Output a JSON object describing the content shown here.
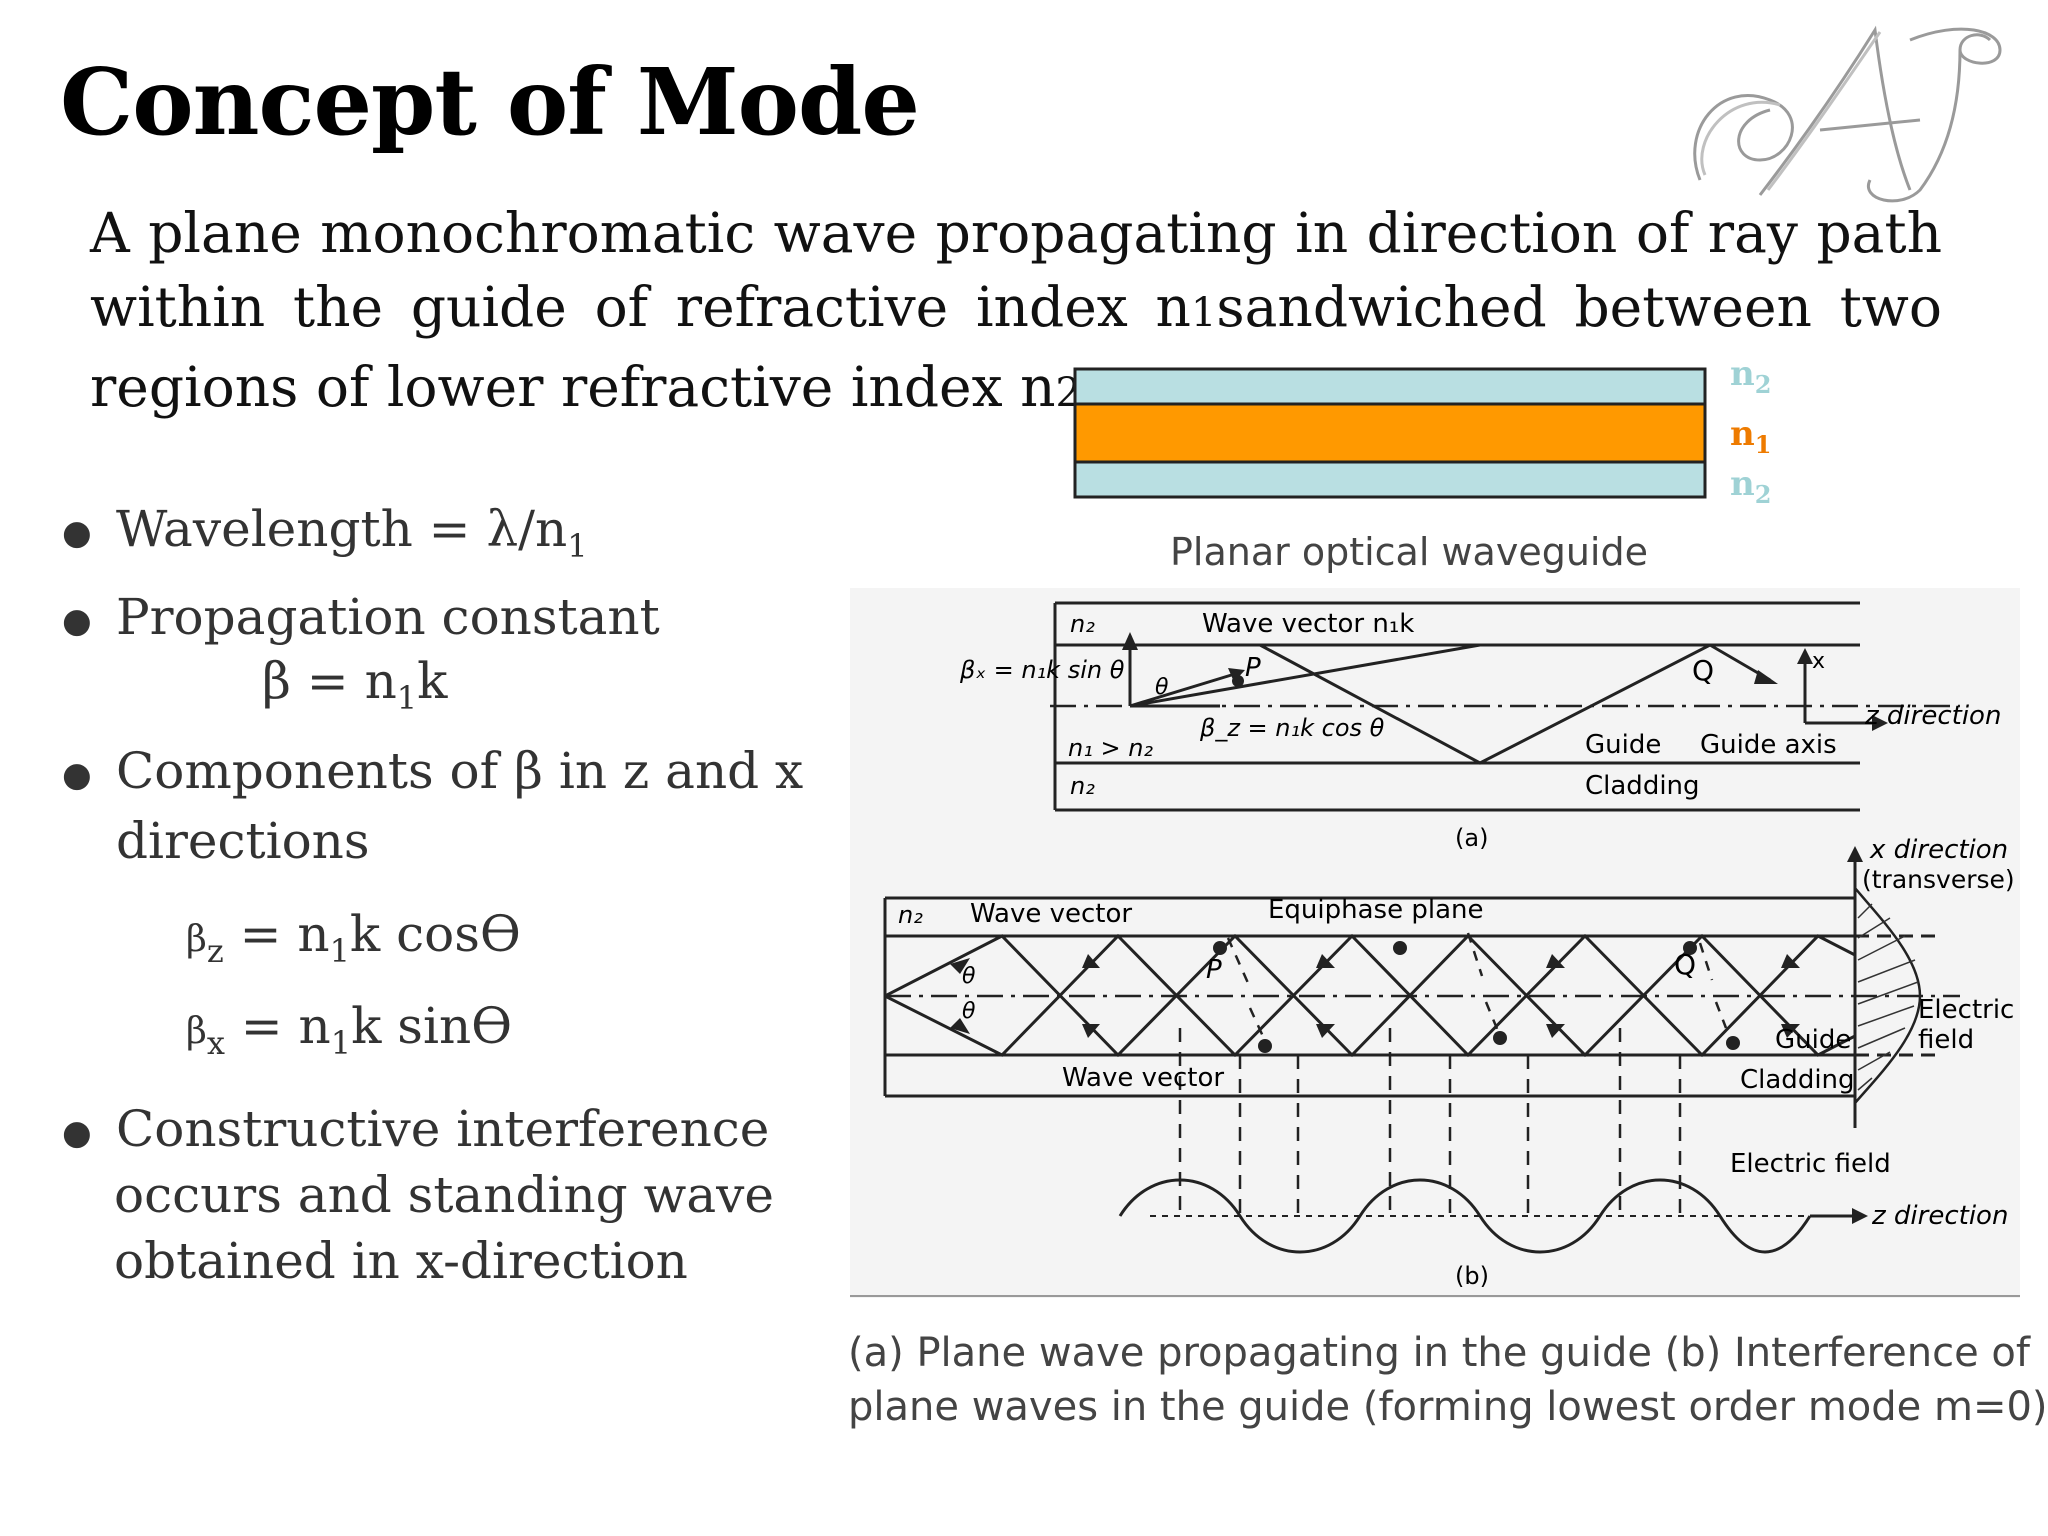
{
  "title": "Concept of Mode",
  "intro": {
    "part1": "A plane monochromatic wave propagating in direction of ray path within the guide of refractive index n",
    "sub1": "1",
    "part2": "sandwiched between two regions of lower refractive index n",
    "sub2": "2"
  },
  "bullets": {
    "wavelength": {
      "label": "Wavelength  = λ/n",
      "sub": "1"
    },
    "propagation": {
      "label": "Propagation constant",
      "formula_lhs": "β = n",
      "formula_sub": "1",
      "formula_rhs": "k"
    },
    "components": {
      "line1": "Components of β in z and x",
      "line2": "directions"
    },
    "beta_z": {
      "beta": "β",
      "sub": "z",
      "eq": " = n",
      "nsub": "1",
      "rhs": "k cosϴ"
    },
    "beta_x": {
      "beta": "β",
      "sub": "x",
      "eq": " = n",
      "nsub": "1",
      "rhs": "k sinϴ"
    },
    "interference": {
      "line1": "Constructive   interference",
      "line2": "occurs and standing wave",
      "line3": "obtained in x-direction"
    }
  },
  "waveguide_diagram": {
    "label_top": "n",
    "label_top_sub": "2",
    "label_mid": "n",
    "label_mid_sub": "1",
    "label_bot": "n",
    "label_bot_sub": "2",
    "caption": "Planar optical waveguide",
    "colors": {
      "cladding": "#b9dfe2",
      "core": "#ff9900",
      "n2_text": "#9fd2d5",
      "n1_text": "#ee7b00"
    }
  },
  "figure_a": {
    "n2_top": "n₂",
    "wave_vector": "Wave vector n₁k",
    "beta_x": "βₓ = n₁k sin θ",
    "theta": "θ",
    "p": "P",
    "q": "Q",
    "x_axis": "x",
    "z_direction": "z direction",
    "guide_axis": "Guide axis",
    "n1_gt_n2": "n₁ > n₂",
    "beta_z": "β_z = n₁k cos θ",
    "guide": "Guide",
    "cladding": "Cladding",
    "n2_bottom": "n₂",
    "label": "(a)"
  },
  "figure_b": {
    "x_direction": "x direction",
    "transverse": "(transverse)",
    "n2": "n₂",
    "wave_vector_top": "Wave vector",
    "equiphase_plane": "Equiphase plane",
    "theta1": "θ",
    "theta2": "θ",
    "p": "P",
    "q": "Q",
    "electric_field_right_1": "Electric",
    "electric_field_right_2": "field",
    "guide": "Guide",
    "cladding": "Cladding",
    "wave_vector_bottom": "Wave vector",
    "electric_field": "Electric field",
    "z_direction": "z direction",
    "label": "(b)"
  },
  "figure_caption": {
    "line1": "(a) Plane wave propagating in the guide  (b) Interference of",
    "line2": "plane waves in the guide (forming lowest order mode m=0)"
  }
}
